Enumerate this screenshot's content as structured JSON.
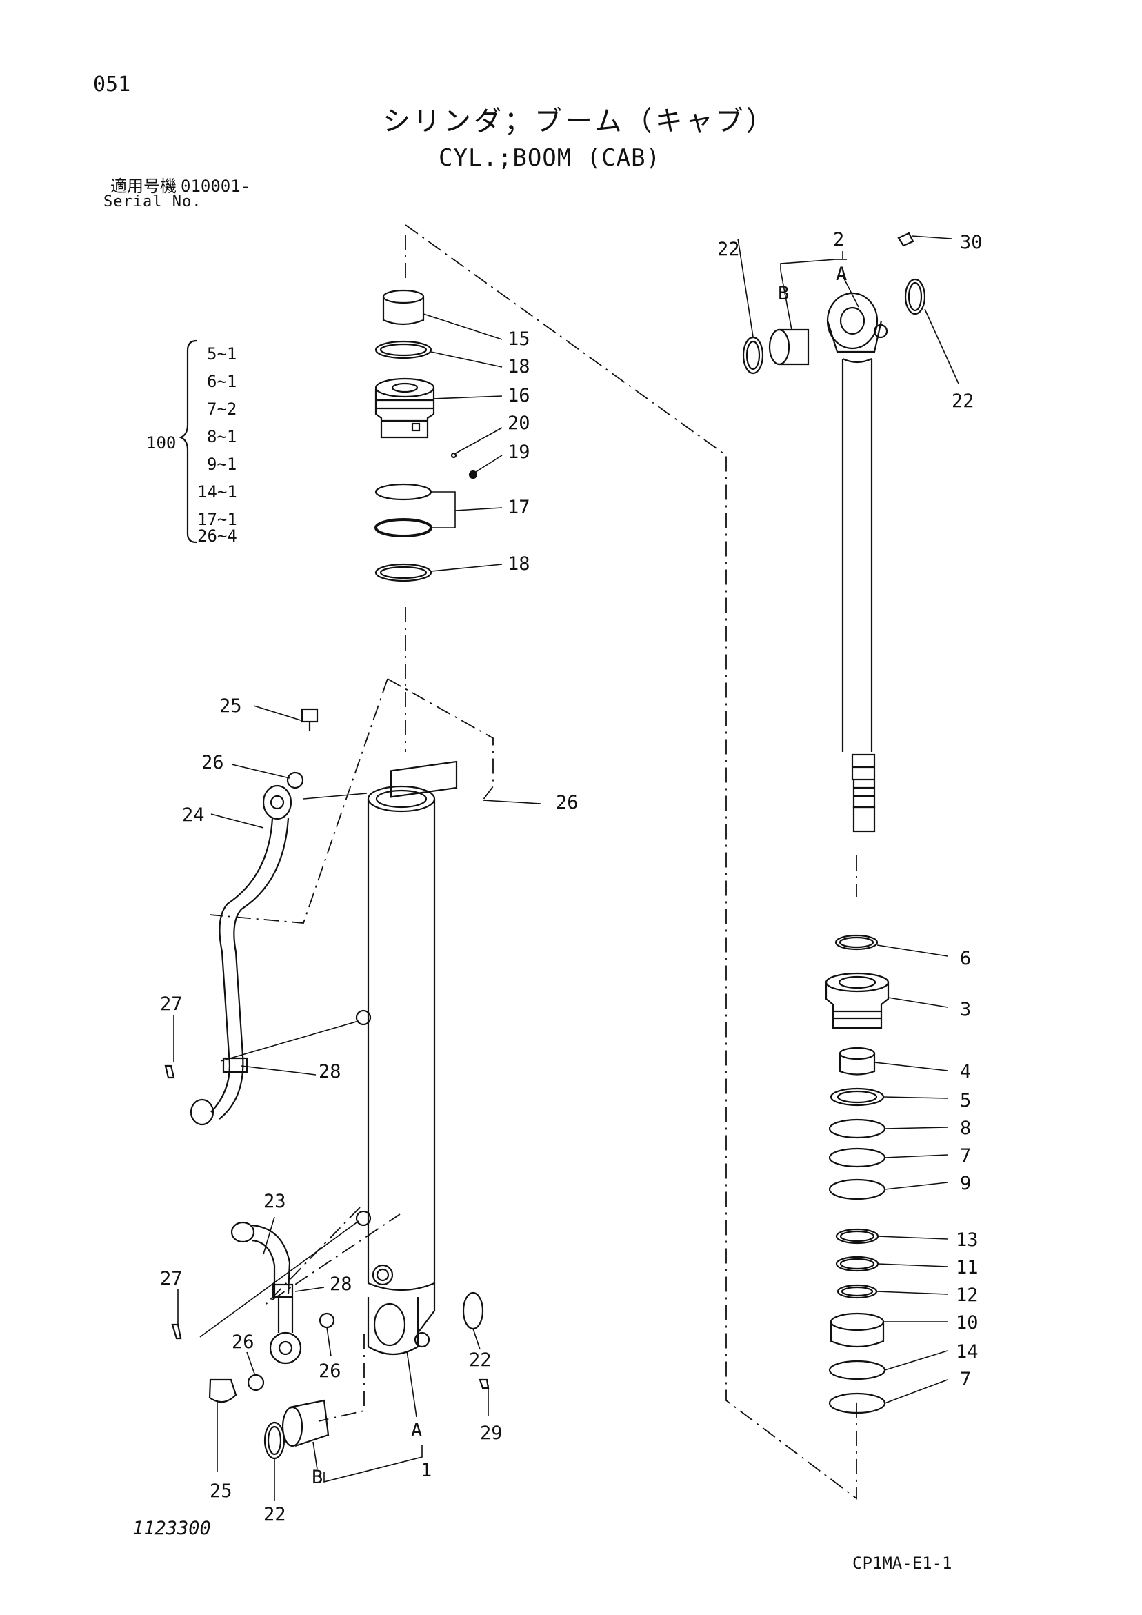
{
  "header": {
    "page_no": "051",
    "title_jp": "シリンダ；ブーム（キャブ）",
    "title_en": "CYL.;BOOM (CAB)",
    "serial_label_jp": "適用号機",
    "serial_value": "010001-",
    "serial_label_en": "Serial No."
  },
  "kit": {
    "number": "100",
    "items": [
      "5~1",
      "6~1",
      "7~2",
      "8~1",
      "9~1",
      "14~1",
      "17~1",
      "26~4"
    ]
  },
  "callouts": {
    "c15": "15",
    "c18a": "18",
    "c16": "16",
    "c20": "20",
    "c19": "19",
    "c17": "17",
    "c18b": "18",
    "c25a": "25",
    "c26a": "26",
    "c24": "24",
    "c26b": "26",
    "c27a": "27",
    "c28a": "28",
    "c23": "23",
    "c27b": "27",
    "c28b": "28",
    "c26c": "26",
    "c26d": "26",
    "c22a": "22",
    "c29": "29",
    "cA1": "A",
    "c1": "1",
    "cB1": "B",
    "c25b": "25",
    "c22b": "22",
    "c22c": "22",
    "c2": "2",
    "cA2": "A",
    "cB2": "B",
    "c30": "30",
    "c22d": "22",
    "c6": "6",
    "c3": "3",
    "c4": "4",
    "c5": "5",
    "c8": "8",
    "c7a": "7",
    "c9": "9",
    "c13": "13",
    "c11": "11",
    "c12": "12",
    "c10": "10",
    "c14": "14",
    "c7b": "7"
  },
  "footer": {
    "drawing_no": "1123300",
    "sheet_code": "CP1MA-E1-1"
  }
}
